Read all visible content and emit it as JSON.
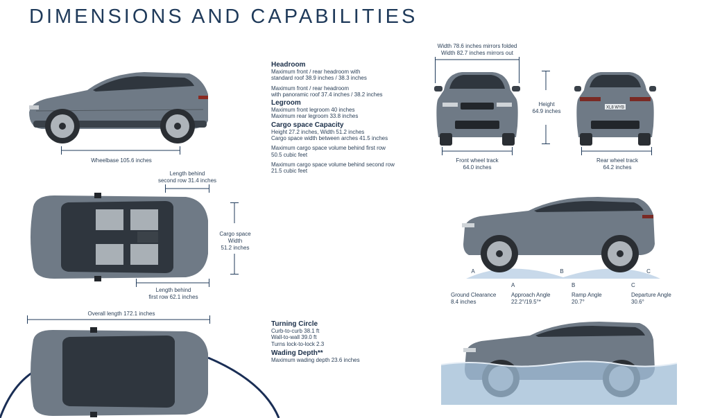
{
  "page": {
    "title": "DIMENSIONS AND CAPABILITIES"
  },
  "side_view": {
    "wheelbase": "Wheelbase 105.6 inches"
  },
  "top_view": {
    "length_behind_second_row": [
      "Length behind",
      "second row 31.4 inches"
    ],
    "cargo_space_width": [
      "Cargo space",
      "Width",
      "51.2 inches"
    ],
    "length_behind_first_row": [
      "Length behind",
      "first row 62.1 inches"
    ]
  },
  "overall_view": {
    "overall_length": "Overall length 172.1 inches"
  },
  "specs": {
    "headroom": {
      "heading": "Headroom",
      "lines1": [
        "Maximum front / rear headroom with",
        "standard roof 38.9 inches / 38.3 inches"
      ],
      "lines2": [
        "Maximum front / rear headroom",
        "with panoramic roof 37.4 inches / 38.2 inches"
      ]
    },
    "legroom": {
      "heading": "Legroom",
      "lines": [
        "Maximum front legroom 40 inches",
        "Maximum rear legroom 33.8 inches"
      ]
    },
    "cargo": {
      "heading": "Cargo space Capacity",
      "lines1": [
        "Height 27.2 inches, Width 51.2 inches",
        "Cargo space width between arches 41.5 inches"
      ],
      "lines2": [
        "Maximum cargo space volume behind first row",
        "50.5 cubic feet"
      ],
      "lines3": [
        "Maximum cargo space volume behind second row",
        "21.5 cubic feet"
      ]
    },
    "turning": {
      "heading": "Turning Circle",
      "lines": [
        "Curb-to-curb 38.1 ft",
        "Wall-to-wall 39.0 ft",
        "Turns lock-to-lock 2.3"
      ]
    },
    "wading": {
      "heading": "Wading Depth**",
      "lines": [
        "Maximum wading depth 23.6 inches"
      ]
    }
  },
  "front_rear": {
    "width": [
      "Width 78.6 inches mirrors folded",
      "Width 82.7 inches mirrors out"
    ],
    "height": [
      "Height",
      "64.9 inches"
    ],
    "front_track": [
      "Front wheel track",
      "64.0 inches"
    ],
    "rear_track": [
      "Rear wheel track",
      "64.2 inches"
    ],
    "plate": "XL8 WYB"
  },
  "angles": {
    "markers": [
      "A",
      "B",
      "C"
    ],
    "ground_clearance": [
      "Ground Clearance",
      "8.4 inches"
    ],
    "approach": [
      "A",
      "Approach Angle",
      "22.2°/19.5°*"
    ],
    "ramp": [
      "B",
      "Ramp Angle",
      "20.7°"
    ],
    "departure": [
      "C",
      "Departure Angle",
      "30.6°"
    ]
  },
  "colors": {
    "title": "#1f3a5a",
    "body_paint": "#6f7a86",
    "water": "#c8d9ea",
    "turning_arc": "#1a2e55"
  }
}
